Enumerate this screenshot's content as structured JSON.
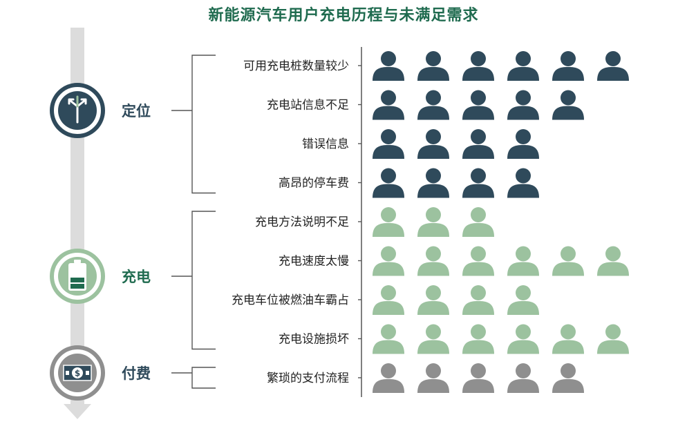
{
  "title": "新能源汽车用户充电历程与未满足需求",
  "colors": {
    "navy": "#2f4a5b",
    "green": "#9cc29f",
    "gray": "#8f8f8f",
    "title": "#1f6b4f",
    "track": "#dcdcdc"
  },
  "stages": [
    {
      "label": "定位",
      "icon": "direction-arrows-icon",
      "color": "#2f4a5b",
      "label_color": "#2f4a5b",
      "items": [
        {
          "label": "可用充电桩数量较少",
          "count": 6
        },
        {
          "label": "充电站信息不足",
          "count": 5
        },
        {
          "label": "错误信息",
          "count": 4
        },
        {
          "label": "高昂的停车费",
          "count": 4
        }
      ]
    },
    {
      "label": "充电",
      "icon": "battery-icon",
      "color": "#9cc29f",
      "label_color": "#1f6b4f",
      "items": [
        {
          "label": "充电方法说明不足",
          "count": 3
        },
        {
          "label": "充电速度太慢",
          "count": 6
        },
        {
          "label": "充电车位被燃油车霸占",
          "count": 4
        },
        {
          "label": "充电设施损坏",
          "count": 6
        }
      ]
    },
    {
      "label": "付费",
      "icon": "dollar-bill-icon",
      "color": "#8f8f8f",
      "label_color": "#2f4a5b",
      "items": [
        {
          "label": "繁琐的支付流程",
          "count": 5
        }
      ]
    }
  ]
}
